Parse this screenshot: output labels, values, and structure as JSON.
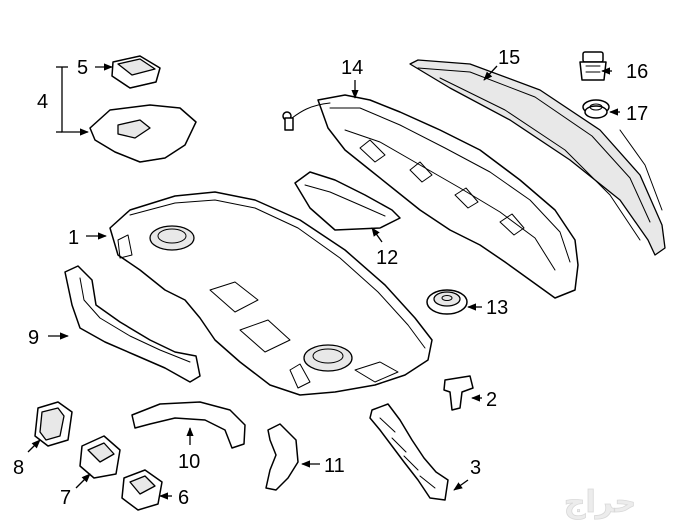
{
  "diagram": {
    "callouts": [
      {
        "id": "1",
        "label": "1"
      },
      {
        "id": "2",
        "label": "2"
      },
      {
        "id": "3",
        "label": "3"
      },
      {
        "id": "4",
        "label": "4"
      },
      {
        "id": "5",
        "label": "5"
      },
      {
        "id": "6",
        "label": "6"
      },
      {
        "id": "7",
        "label": "7"
      },
      {
        "id": "8",
        "label": "8"
      },
      {
        "id": "9",
        "label": "9"
      },
      {
        "id": "10",
        "label": "10"
      },
      {
        "id": "11",
        "label": "11"
      },
      {
        "id": "12",
        "label": "12"
      },
      {
        "id": "13",
        "label": "13"
      },
      {
        "id": "14",
        "label": "14"
      },
      {
        "id": "15",
        "label": "15"
      },
      {
        "id": "16",
        "label": "16"
      },
      {
        "id": "17",
        "label": "17"
      }
    ],
    "watermark": "حراج"
  }
}
